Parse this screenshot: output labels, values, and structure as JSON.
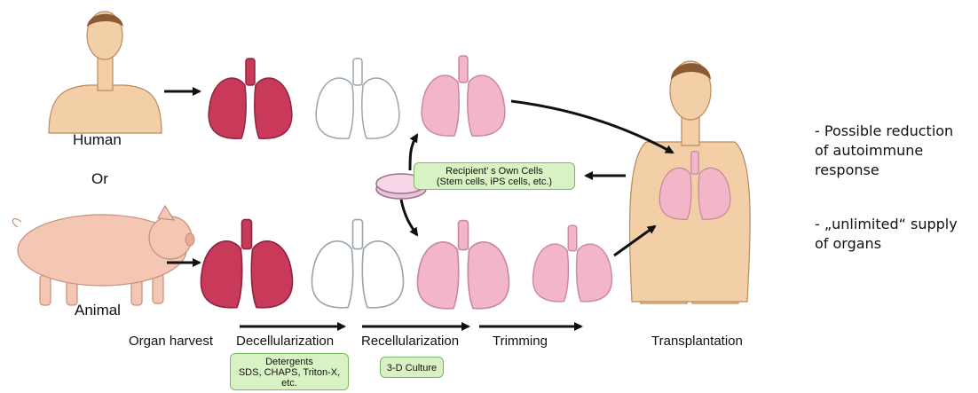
{
  "sources": {
    "human": "Human",
    "or": "Or",
    "animal": "Animal"
  },
  "recipient_cells": {
    "line1": "Recipient’ s Own Cells",
    "line2": "(Stem cells, iPS cells, etc.)"
  },
  "steps": {
    "organ_harvest": "Organ harvest",
    "decellularization": "Decellularization",
    "recellularization": "Recellularization",
    "trimming": "Trimming",
    "transplantation": "Transplantation"
  },
  "detergents": {
    "line1": "Detergents",
    "line2": "SDS, CHAPS, Triton-X,",
    "line3": "etc."
  },
  "culture": "3-D Culture",
  "notes": {
    "note1_line1": "- Possible reduction",
    "note1_line2": "of autoimmune",
    "note1_line3": "response",
    "note2_line1": "- „unlimited“ supply",
    "note2_line2": "of organs"
  },
  "colors": {
    "lung_dark": "#c93a5a",
    "lung_pink": "#f3b6c8",
    "skin": "#f2cfa6",
    "pig": "#f4c7b4",
    "green_box": "#d9f2c4"
  }
}
